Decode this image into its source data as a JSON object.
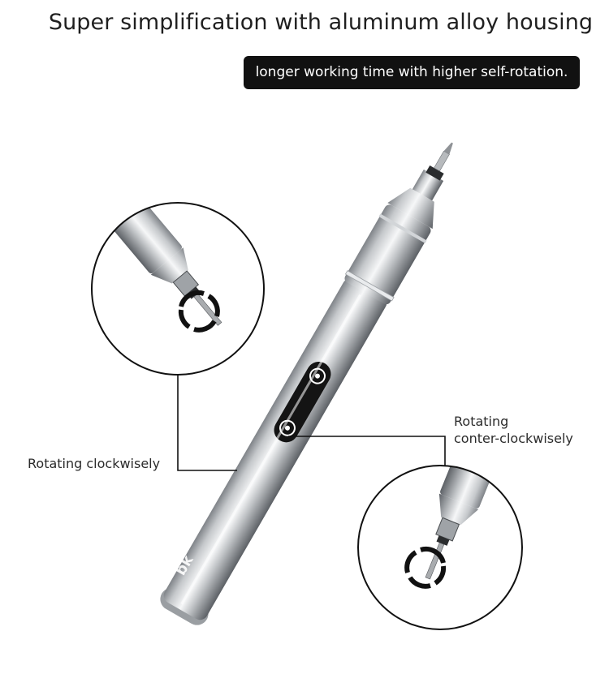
{
  "header": {
    "title": "Super simplification with aluminum alloy housing",
    "subtitle": "longer working time with higher self-rotation."
  },
  "callouts": {
    "left_label": "Rotating clockwisely",
    "right_label_line1": "Rotating",
    "right_label_line2": "conter-clockwisely"
  },
  "product": {
    "logo_mark": "bk",
    "colors": {
      "body_light": "#f4f5f6",
      "body_mid": "#b9bcbf",
      "body_dark": "#6e7277",
      "panel": "#151515",
      "outline": "#111111"
    }
  }
}
